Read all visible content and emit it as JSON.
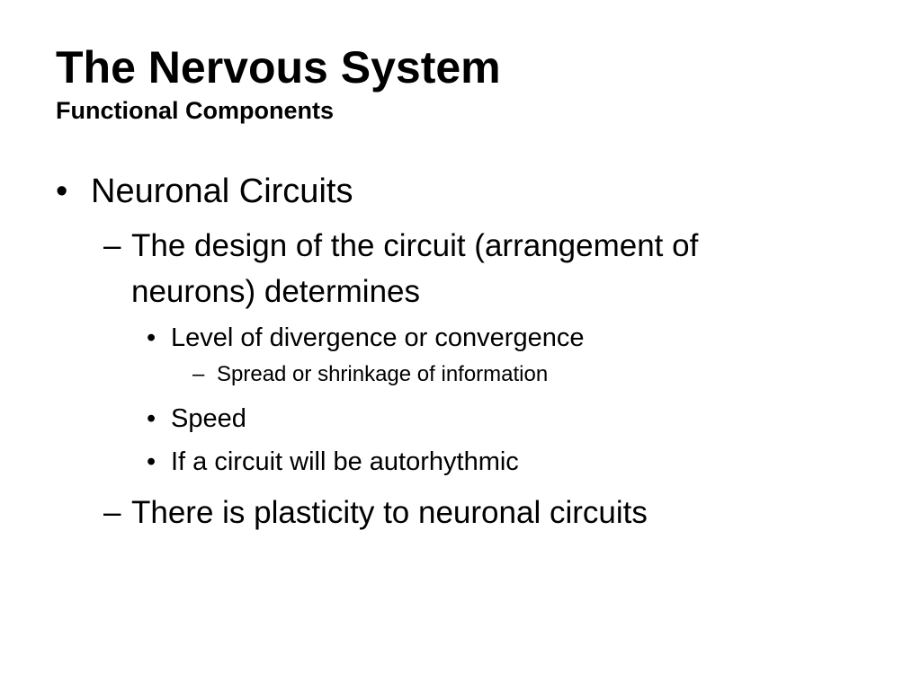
{
  "slide": {
    "title": "The Nervous System",
    "subtitle": "Functional Components"
  },
  "bullets": {
    "level1_marker": "•",
    "level2_marker": "–",
    "level3_marker": "•",
    "level4_marker": "–",
    "items": {
      "neuronal_circuits": "Neuronal Circuits",
      "design_of_circuit": "The design of the circuit (arrangement of neurons) determines",
      "divergence": "Level of divergence or convergence",
      "spread": "Spread or shrinkage of information",
      "speed": "Speed",
      "autorhythmic": "If a circuit will be autorhythmic",
      "plasticity": "There is plasticity to neuronal circuits"
    }
  }
}
